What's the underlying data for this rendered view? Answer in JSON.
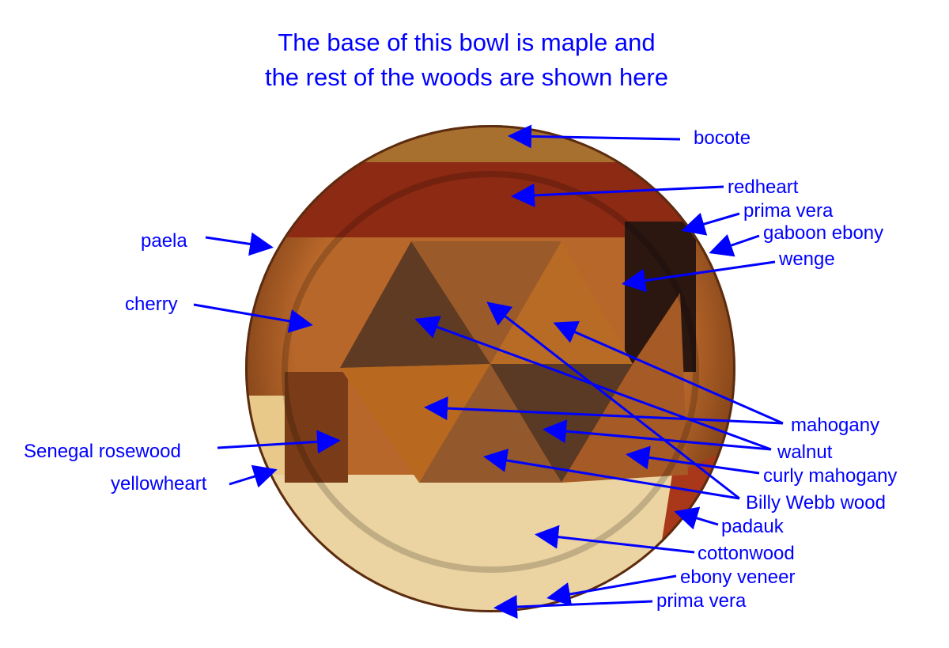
{
  "title": {
    "line1": "The base of this bowl is maple and",
    "line2": "the rest of the woods are shown here"
  },
  "labels": {
    "bocote": "bocote",
    "redheart": "redheart",
    "prima_vera_top": "prima vera",
    "gaboon_ebony": "gaboon ebony",
    "wenge": "wenge",
    "paela": "paela",
    "cherry": "cherry",
    "mahogany": "mahogany",
    "walnut": "walnut",
    "curly_mahogany": "curly mahogany",
    "billy_webb_wood": "Billy Webb wood",
    "padauk": "padauk",
    "cottonwood": "cottonwood",
    "ebony_veneer": "ebony veneer",
    "prima_vera_bottom": "prima vera",
    "senegal_rosewood": "Senegal rosewood",
    "yellowheart": "yellowheart"
  },
  "colors": {
    "annotation": "#0000ff"
  }
}
